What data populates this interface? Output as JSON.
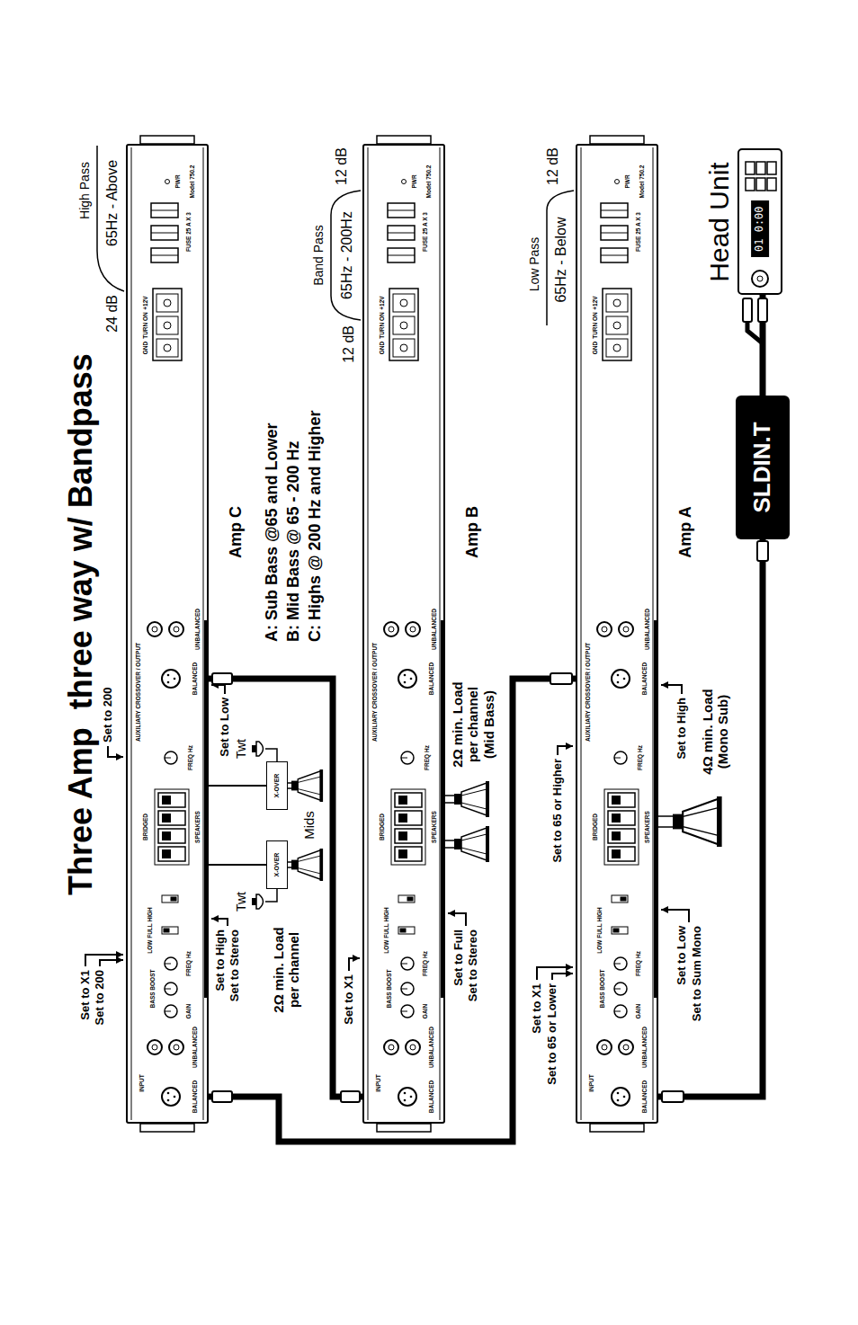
{
  "diagram": {
    "title": "Three Amp  three way w/ Bandpass",
    "nodes": [
      {
        "text": [
          "Amp C"
        ]
      },
      {
        "text": [
          "X-OVER"
        ]
      },
      {
        "text": [
          "X-OVER"
        ]
      },
      {
        "text": [
          "Amp B"
        ]
      },
      {
        "text": [
          "Amp A"
        ]
      },
      {
        "text": [
          "SLDIN.T"
        ]
      },
      {
        "text": [
          "Head Unit",
          "01 0:00"
        ]
      }
    ],
    "edges": [
      {
        "from": 6,
        "to": 5,
        "arrow": "none"
      },
      {
        "from": 5,
        "to": 4,
        "arrow": "none"
      },
      {
        "from": 4,
        "to": 0,
        "arrow": "none"
      },
      {
        "from": 0,
        "to": 3,
        "arrow": "none"
      },
      {
        "from": 0,
        "to": 1,
        "arrow": "none"
      },
      {
        "from": 0,
        "to": 2,
        "arrow": "none"
      }
    ],
    "labels": [
      "INPUT",
      "BALANCED",
      "UNBALANCED",
      "GAIN",
      "BASS BOOST",
      "FREQ Hz",
      "LOW FULL HIGH",
      "BRIDGED",
      "SPEAKERS",
      "AUXILIARY CROSSOVER / OUTPUT",
      "FREQ Hz",
      "BALANCED",
      "UNBALANCED",
      "GND",
      "TURN ON",
      "+12V",
      "FUSE 25 A X 3",
      "PWR",
      "Model 750.2",
      "INPUT",
      "BALANCED",
      "UNBALANCED",
      "GAIN",
      "BASS BOOST",
      "FREQ Hz",
      "LOW FULL HIGH",
      "BRIDGED",
      "SPEAKERS",
      "AUXILIARY CROSSOVER / OUTPUT",
      "FREQ Hz",
      "BALANCED",
      "UNBALANCED",
      "GND",
      "TURN ON",
      "+12V",
      "FUSE 25 A X 3",
      "PWR",
      "Model 750.2",
      "INPUT",
      "BALANCED",
      "UNBALANCED",
      "GAIN",
      "BASS BOOST",
      "FREQ Hz",
      "LOW FULL HIGH",
      "BRIDGED",
      "SPEAKERS",
      "AUXILIARY CROSSOVER / OUTPUT",
      "FREQ Hz",
      "BALANCED",
      "UNBALANCED",
      "GND",
      "TURN ON",
      "+12V",
      "FUSE 25 A X 3",
      "PWR",
      "Model 750.2",
      "Set to X1",
      "Set to 200",
      "Set to 200",
      "Set to High",
      "Set to Stereo",
      "Set to Low",
      "Twt",
      "Twt",
      "Mids",
      "2Ω min. Load per channel",
      "A: Sub Bass @65 and Lower",
      "B: Mid Bass @ 65 - 200 Hz",
      "C: Highs @ 200 Hz and Higher",
      "High Pass",
      "65Hz - Above",
      "24 dB",
      "Set to X1",
      "Band Pass",
      "12 dB",
      "65Hz - 200Hz",
      "12 dB",
      "Set to Full",
      "Set to Stereo",
      "2Ω min. Load per channel (Mid Bass)",
      "Set to X1",
      "Set to 65 or Lower",
      "Set to 65 or Higher",
      "Low Pass",
      "65Hz - Below",
      "12 dB",
      "Set to Low",
      "Set to Sum Mono",
      "Set to High",
      "4Ω min. Load (Mono Sub)"
    ]
  }
}
